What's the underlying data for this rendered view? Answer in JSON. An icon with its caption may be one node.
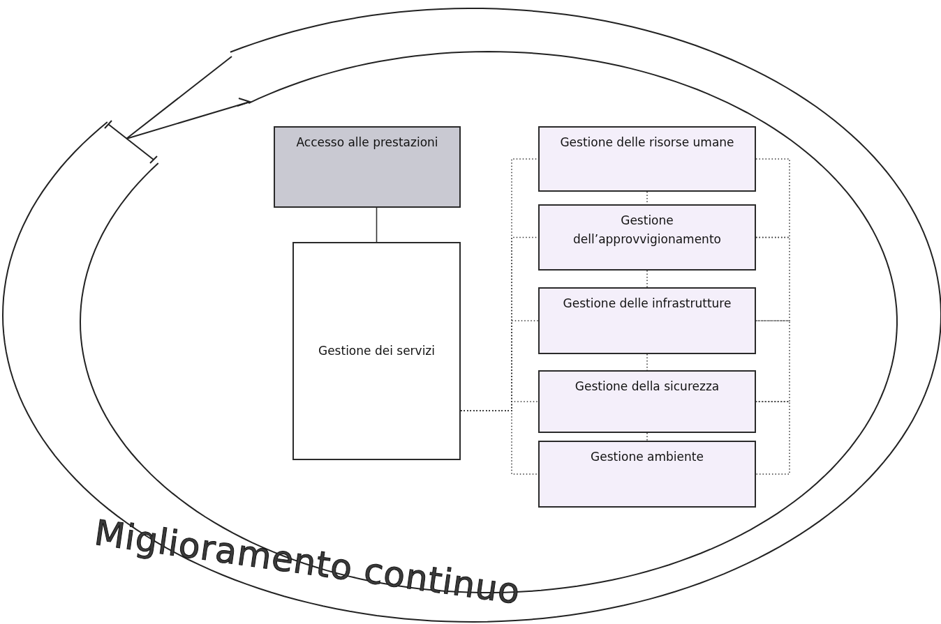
{
  "diagram": {
    "nodes": [
      {
        "text": [
          "Accesso alle prestazioni"
        ]
      },
      {
        "text": [
          "Gestione dei servizi"
        ]
      },
      {
        "text": [
          "Gestione delle risorse umane"
        ]
      },
      {
        "text": [
          "Gestione dell’approvvigionamento"
        ]
      },
      {
        "text": [
          "Gestione delle infrastrutture"
        ]
      },
      {
        "text": [
          "Gestione della sicurezza"
        ]
      },
      {
        "text": [
          "Gestione ambiente"
        ]
      }
    ],
    "edges": [
      {
        "from": 0,
        "to": 1,
        "arrow": "none"
      },
      {
        "from": 1,
        "to": 2,
        "arrow": "none",
        "style": "dashed"
      },
      {
        "from": 1,
        "to": 3,
        "arrow": "none",
        "style": "dashed"
      },
      {
        "from": 1,
        "to": 4,
        "arrow": "none",
        "style": "dashed"
      },
      {
        "from": 1,
        "to": 5,
        "arrow": "none",
        "style": "dashed"
      },
      {
        "from": 1,
        "to": 6,
        "arrow": "none",
        "style": "dashed"
      },
      {
        "from": 2,
        "to": 3,
        "arrow": "none",
        "style": "dashed"
      },
      {
        "from": 3,
        "to": 4,
        "arrow": "none",
        "style": "dashed"
      },
      {
        "from": 4,
        "to": 5,
        "arrow": "none",
        "style": "dashed"
      },
      {
        "from": 5,
        "to": 6,
        "arrow": "none",
        "style": "dashed"
      },
      {
        "from": 2,
        "to": 3,
        "arrow": "none",
        "style": "dashed"
      },
      {
        "from": 3,
        "to": 4,
        "arrow": "none",
        "style": "dashed"
      },
      {
        "from": 4,
        "to": 5,
        "arrow": "none",
        "style": "dashed"
      },
      {
        "from": 5,
        "to": 6,
        "arrow": "none",
        "style": "dashed"
      }
    ],
    "labels": [
      "Miglioramento continuo"
    ]
  }
}
